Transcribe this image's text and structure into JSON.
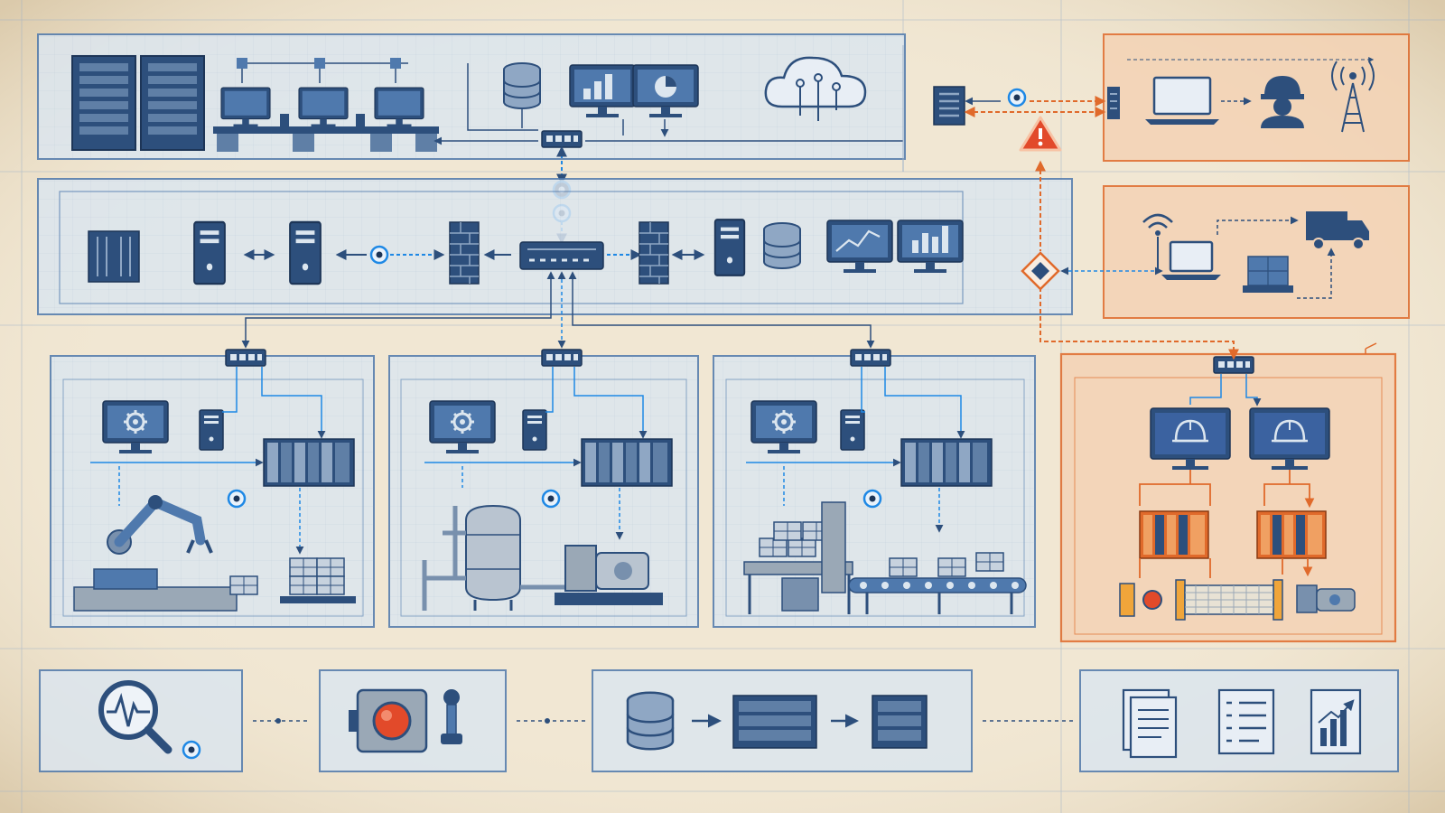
{
  "palette": {
    "paper": "#f1e7d3",
    "paper_edge": "#d9c7a4",
    "blue_dark": "#2d4f7c",
    "blue_mid": "#4f79ad",
    "blue_light": "#dce6ef",
    "blue_accent": "#1e88e5",
    "orange": "#e06a2b",
    "orange_light": "#f4d3b5",
    "grey_metal": "#9aa8b6",
    "alert_red": "#e24a2a"
  },
  "zones": [
    {
      "id": "enterprise",
      "type": "it-network"
    },
    {
      "id": "dmz",
      "type": "demilitarized-zone"
    },
    {
      "id": "cell-robotics",
      "type": "production-cell"
    },
    {
      "id": "cell-process",
      "type": "production-cell"
    },
    {
      "id": "cell-packaging",
      "type": "production-cell"
    },
    {
      "id": "safety-system",
      "type": "safety-instrumented-system"
    },
    {
      "id": "remote-access",
      "type": "external-access"
    },
    {
      "id": "supply-chain",
      "type": "external-partner"
    }
  ],
  "workflow_steps": [
    {
      "id": "monitoring",
      "icon": "magnifier-waveform-icon"
    },
    {
      "id": "emergency-stop",
      "icon": "emergency-stop-panel-icon"
    },
    {
      "id": "data-pipeline",
      "icon": "database-to-server-icon"
    },
    {
      "id": "reporting",
      "icon": "reports-chart-icon"
    }
  ],
  "alert": {
    "icon": "warning-triangle-icon",
    "color": "#e24a2a"
  }
}
